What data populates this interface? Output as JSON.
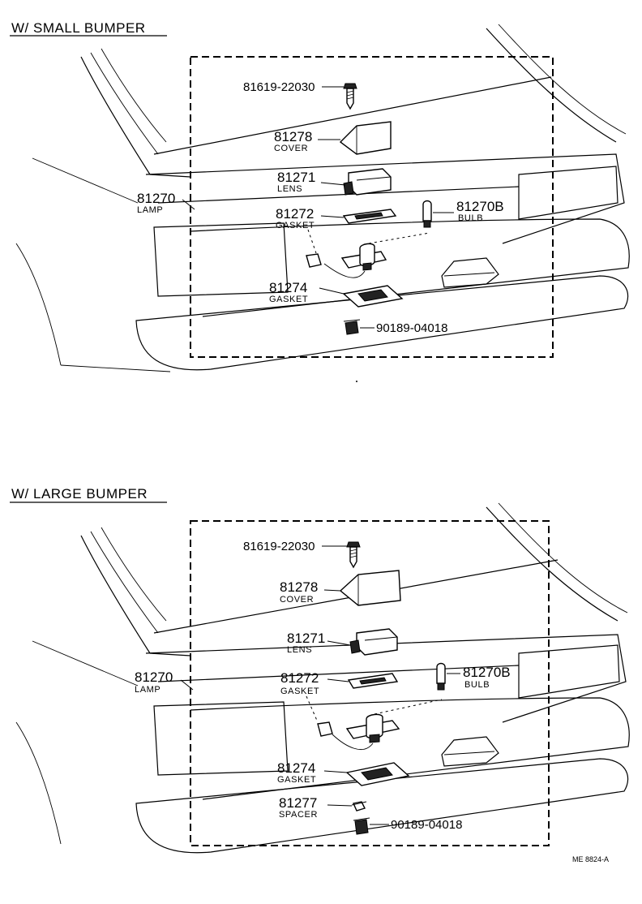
{
  "diagram": {
    "small": {
      "title": "W/ SMALL BUMPER",
      "parts": {
        "screw": {
          "number": "81619-22030"
        },
        "cover": {
          "number": "81278",
          "name": "COVER"
        },
        "lens": {
          "number": "81271",
          "name": "LENS"
        },
        "lamp": {
          "number": "81270",
          "name": "LAMP"
        },
        "gasket1": {
          "number": "81272",
          "name": "GASKET"
        },
        "bulb": {
          "number": "81270B",
          "name": "BULB"
        },
        "gasket2": {
          "number": "81274",
          "name": "GASKET"
        },
        "nut": {
          "number": "90189-04018"
        }
      }
    },
    "large": {
      "title": "W/ LARGE BUMPER",
      "parts": {
        "screw": {
          "number": "81619-22030"
        },
        "cover": {
          "number": "81278",
          "name": "COVER"
        },
        "lens": {
          "number": "81271",
          "name": "LENS"
        },
        "lamp": {
          "number": "81270",
          "name": "LAMP"
        },
        "gasket1": {
          "number": "81272",
          "name": "GASKET"
        },
        "bulb": {
          "number": "81270B",
          "name": "BULB"
        },
        "gasket2": {
          "number": "81274",
          "name": "GASKET"
        },
        "spacer": {
          "number": "81277",
          "name": "SPACER"
        },
        "nut": {
          "number": "90189-04018"
        }
      }
    },
    "reference_code": "ME 8824-A"
  }
}
